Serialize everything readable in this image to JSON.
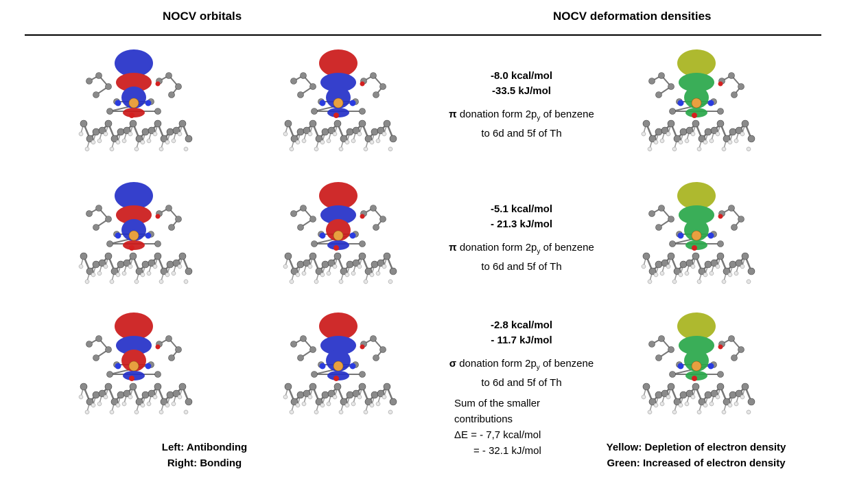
{
  "headers": {
    "left": "NOCV orbitals",
    "right": "NOCV deformation densities"
  },
  "rows": [
    {
      "kcal": "-8.0 kcal/mol",
      "kj": "-33.5 kJ/mol",
      "symbol": "π",
      "desc_a": " donation form 2p",
      "desc_sub": "y",
      "desc_b": " of benzene",
      "desc_line2": "to 6d and 5f of Th"
    },
    {
      "kcal": "-5.1 kcal/mol",
      "kj": "- 21.3 kJ/mol",
      "symbol": "π",
      "desc_a": " donation form 2p",
      "desc_sub": "y",
      "desc_b": " of benzene",
      "desc_line2": "to 6d and 5f of Th"
    },
    {
      "kcal": "-2.8 kcal/mol",
      "kj": "- 11.7 kJ/mol",
      "symbol": "σ",
      "desc_a": " donation form 2p",
      "desc_sub": "y",
      "desc_b": " of benzene",
      "desc_line2": "to 6d and 5f of Th"
    }
  ],
  "summary": {
    "line1": "Sum of the smaller",
    "line2": "contributions",
    "line3": "ΔE = - 7,7 kcal/mol",
    "line4": "= - 32.1 kJ/mol"
  },
  "captions": {
    "orbitals_left": "Left: Antibonding",
    "orbitals_right": "Right: Bonding",
    "density_yellow": "Yellow: Depletion of electron density",
    "density_green": "Green: Increased of electron density"
  },
  "colors": {
    "positive_lobe": "#cc1a1a",
    "negative_lobe": "#2430c8",
    "depletion": "#a8b41e",
    "increase": "#2aa84a",
    "atom_carbon": "#8a8a8a",
    "atom_hydrogen": "#e6e6e6",
    "atom_thorium": "#e8a040",
    "atom_nitrogen": "#2a3ce0",
    "atom_oxygen": "#d42020"
  },
  "figures": [
    {
      "name": "row1-antibonding",
      "lobe_top": "#2430c8",
      "lobe_mid": "#cc1a1a",
      "lobe_bottom": "#2430c8"
    },
    {
      "name": "row1-bonding",
      "lobe_top": "#cc1a1a",
      "lobe_mid": "#2430c8",
      "lobe_bottom": "#2430c8"
    },
    {
      "name": "row1-density",
      "lobe_top": "#a8b41e",
      "lobe_mid": "#2aa84a",
      "lobe_bottom": "#2aa84a"
    },
    {
      "name": "row2-antibonding",
      "lobe_top": "#2430c8",
      "lobe_mid": "#cc1a1a",
      "lobe_bottom": "#2430c8"
    },
    {
      "name": "row2-bonding",
      "lobe_top": "#cc1a1a",
      "lobe_mid": "#2430c8",
      "lobe_bottom": "#cc1a1a"
    },
    {
      "name": "row2-density",
      "lobe_top": "#a8b41e",
      "lobe_mid": "#2aa84a",
      "lobe_bottom": "#2aa84a"
    },
    {
      "name": "row3-antibonding",
      "lobe_top": "#cc1a1a",
      "lobe_mid": "#2430c8",
      "lobe_bottom": "#cc1a1a"
    },
    {
      "name": "row3-bonding",
      "lobe_top": "#cc1a1a",
      "lobe_mid": "#2430c8",
      "lobe_bottom": "#2430c8"
    },
    {
      "name": "row3-density",
      "lobe_top": "#a8b41e",
      "lobe_mid": "#2aa84a",
      "lobe_bottom": "#2aa84a"
    }
  ]
}
